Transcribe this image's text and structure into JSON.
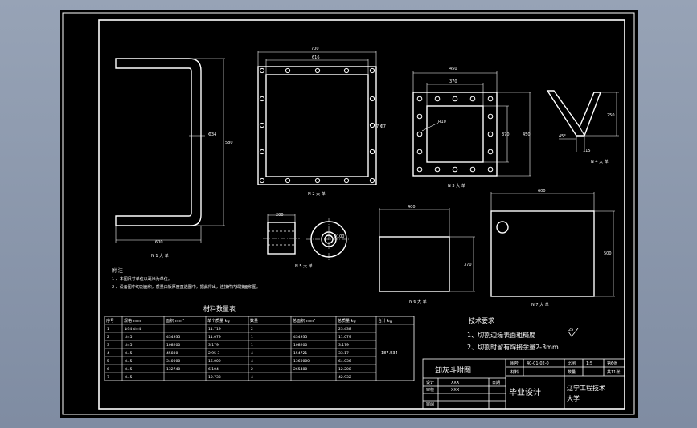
{
  "views": {
    "v1": {
      "label": "N 1 大 单",
      "dim_h": "600",
      "dim_v": "580",
      "dim_r": "Φ34"
    },
    "v2": {
      "label": "N 2 大 单",
      "dim_top1": "700",
      "dim_top2": "616",
      "dim_side": "7 Φ7"
    },
    "v3": {
      "label": "N 3 大 单",
      "dim_top1": "450",
      "dim_top2": "370",
      "dim_r": "R10",
      "dim_v1": "370",
      "dim_v2": "450"
    },
    "v4": {
      "label": "N 4 大 单",
      "dim_a": "250",
      "dim_b": "115",
      "dim_c": "45°"
    },
    "v5": {
      "label": "N 5 大 单",
      "dim_w": "200",
      "dim_d": "Φ100"
    },
    "v6": {
      "label": "N 6 大 单",
      "dim_w": "400",
      "dim_h": "370"
    },
    "v7": {
      "label": "N 7 大 单",
      "dim_w": "600",
      "dim_h": "500"
    }
  },
  "notes": {
    "title": "附 注",
    "line1": "1 、本图尺寸单位以毫米为单位。",
    "line2": "2 、设备图中切割面积，质量由板厚度直选图中，据此得出，连接件内焊接面积图。"
  },
  "material_table": {
    "title": "材料数量表",
    "headers": [
      "序号",
      "规格 mm",
      "面积 mm²",
      "单个质量 kg",
      "数量",
      "总面积 mm²",
      "总质量 kg",
      "合计 kg"
    ],
    "rows": [
      [
        "1",
        "Φ34 d=4",
        "",
        "11.719",
        "2",
        "",
        "23.438",
        ""
      ],
      [
        "2",
        "d=5",
        "434935",
        "11.079",
        "1",
        "434935",
        "11.079",
        ""
      ],
      [
        "3",
        "d=5",
        "108200",
        "3.179",
        "1",
        "108200",
        "3.179",
        ""
      ],
      [
        "4",
        "d=5",
        "45830",
        "2.95 3",
        "4",
        "154721",
        "33.17",
        ""
      ],
      [
        "5",
        "d=5",
        "340000",
        "16.009",
        "4",
        "1360000",
        "64.036",
        ""
      ],
      [
        "6",
        "d=5",
        "132740",
        "6.104",
        "2",
        "265480",
        "12.208",
        ""
      ],
      [
        "7",
        "d=5",
        "",
        "10.733",
        "4",
        "",
        "42.932",
        ""
      ]
    ],
    "total": "187.534"
  },
  "tech": {
    "title": "技术要求",
    "line1": "1、切割边缘表面粗糙度",
    "roughness": "25",
    "line2": "2、切割时留有焊接余量2-3mm"
  },
  "title_block": {
    "drawing_name": "卸灰斗附图",
    "fig_no_label": "图号",
    "fig_no": "40-01-02-0",
    "scale_label": "比例",
    "scale": "1:5",
    "sheet_label": "第6张",
    "material_label": "材料",
    "weight_label": "数量",
    "sheet_total": "共11张",
    "designer_label": "设计",
    "designer": "XXX",
    "checker_label": "审核",
    "checker": "XXX",
    "date_label": "日期",
    "approve_label": "审阅",
    "project": "毕业设计",
    "school": "辽宁工程技术大学"
  }
}
